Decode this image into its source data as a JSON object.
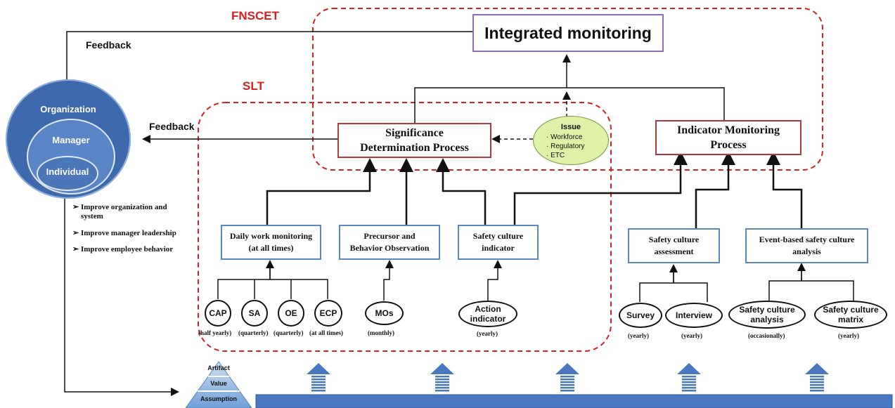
{
  "labels": {
    "fnscet": "FNSCET",
    "slt": "SLT",
    "feedback_top": "Feedback",
    "feedback_mid": "Feedback"
  },
  "integrated": "Integrated monitoring",
  "sdp": [
    "Significance",
    "Determination Process"
  ],
  "imp": [
    "Indicator Monitoring",
    "Process"
  ],
  "issue": {
    "title": "Issue",
    "items": [
      "· Workforce",
      "· Regulatory",
      "· ETC"
    ]
  },
  "org": {
    "outer": "Organization",
    "middle": "Manager",
    "inner": "Individual"
  },
  "improvements": [
    [
      "Improve organization and",
      "system"
    ],
    [
      "Improve manager leadership"
    ],
    [
      "Improve employee behavior"
    ]
  ],
  "boxes": {
    "daily": [
      "Daily work monitoring",
      "(at all times)"
    ],
    "precursor": [
      "Precursor and",
      "Behavior Observation"
    ],
    "sci": [
      "Safety culture",
      "indicator"
    ],
    "sca": [
      "Safety culture",
      "assessment"
    ],
    "event": [
      "Event-based safety culture",
      "analysis"
    ]
  },
  "ovals": [
    {
      "label": "CAP",
      "freq": "(half yearly)"
    },
    {
      "label": "SA",
      "freq": "(quarterly)"
    },
    {
      "label": "OE",
      "freq": "(quarterly)"
    },
    {
      "label": "ECP",
      "freq": "(at all times)"
    },
    {
      "label": "MOs",
      "freq": "(monthly)"
    },
    {
      "label": "Action indicator",
      "freq": "(yearly)"
    },
    {
      "label": "Survey",
      "freq": "(yearly)"
    },
    {
      "label": "Interview",
      "freq": "(yearly)"
    },
    {
      "label": "Safety culture analysis",
      "freq": "(occasionally)"
    },
    {
      "label": "Safety culture matrix",
      "freq": "(yearly)"
    }
  ],
  "pyramid": [
    "Artifact",
    "Value",
    "Assumption"
  ],
  "colors": {
    "dashed": "#d42020",
    "bar": "#4a78c0",
    "org": "#3f69ad",
    "purple": "#8e6fb8",
    "boxred": "#b23a3a",
    "boxblue": "#5b86c4"
  },
  "icons": {
    "up_arrow": "striped-up-arrow-icon",
    "bullet": "arrow-bullet-icon"
  }
}
